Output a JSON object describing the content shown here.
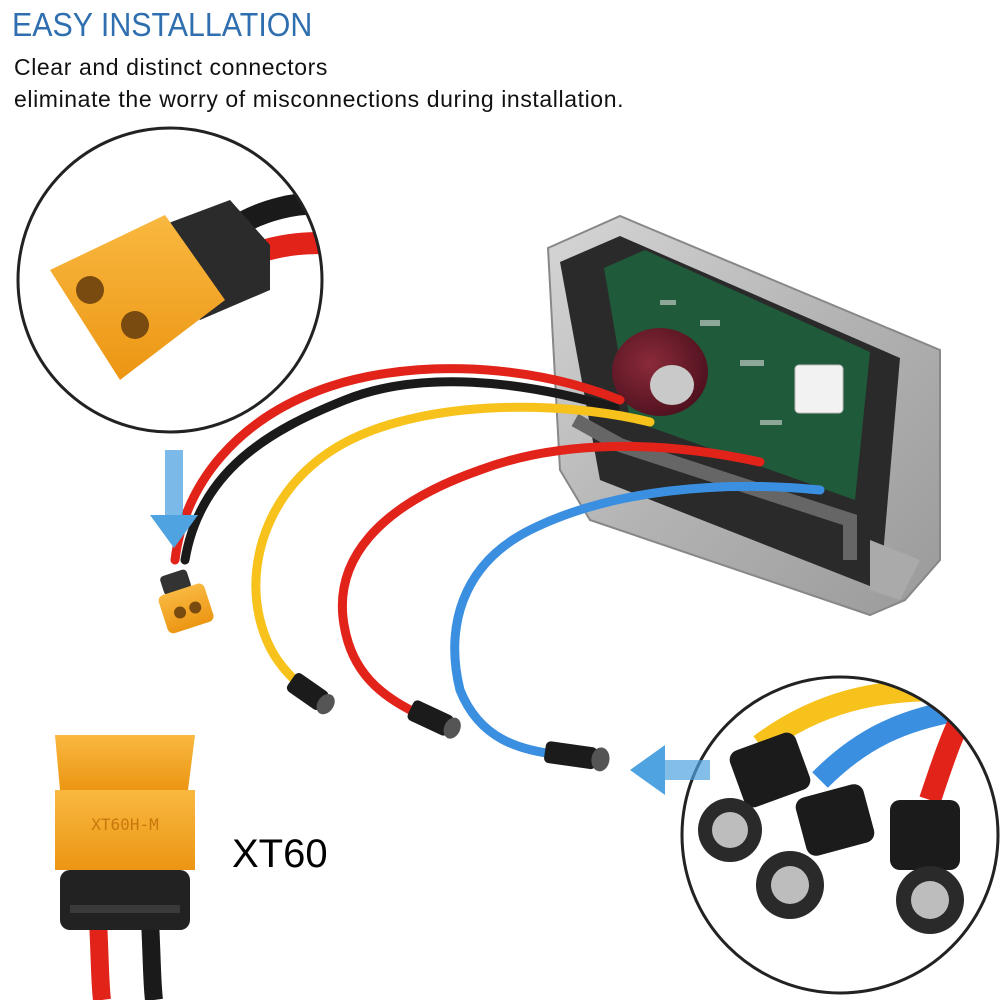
{
  "header": {
    "title": "EASY INSTALLATION",
    "line1": "Clear and distinct connectors",
    "line2": "eliminate the worry of misconnections during installation."
  },
  "callout": {
    "label": "XT60"
  },
  "connector_marking": "XT60H-M",
  "colors": {
    "title_blue": "#2f6fb0",
    "connector_orange": "#f5a623",
    "wire_red": "#e2231a",
    "wire_black": "#1a1a1a",
    "wire_yellow": "#f7c21b",
    "wire_blue": "#3b8fe0",
    "arrow_blue": "#4fa3e0",
    "housing_gray": "#b8b8b8",
    "pcb_green": "#1f5a3a"
  },
  "icons": [
    "down-arrow-icon",
    "left-arrow-icon"
  ]
}
